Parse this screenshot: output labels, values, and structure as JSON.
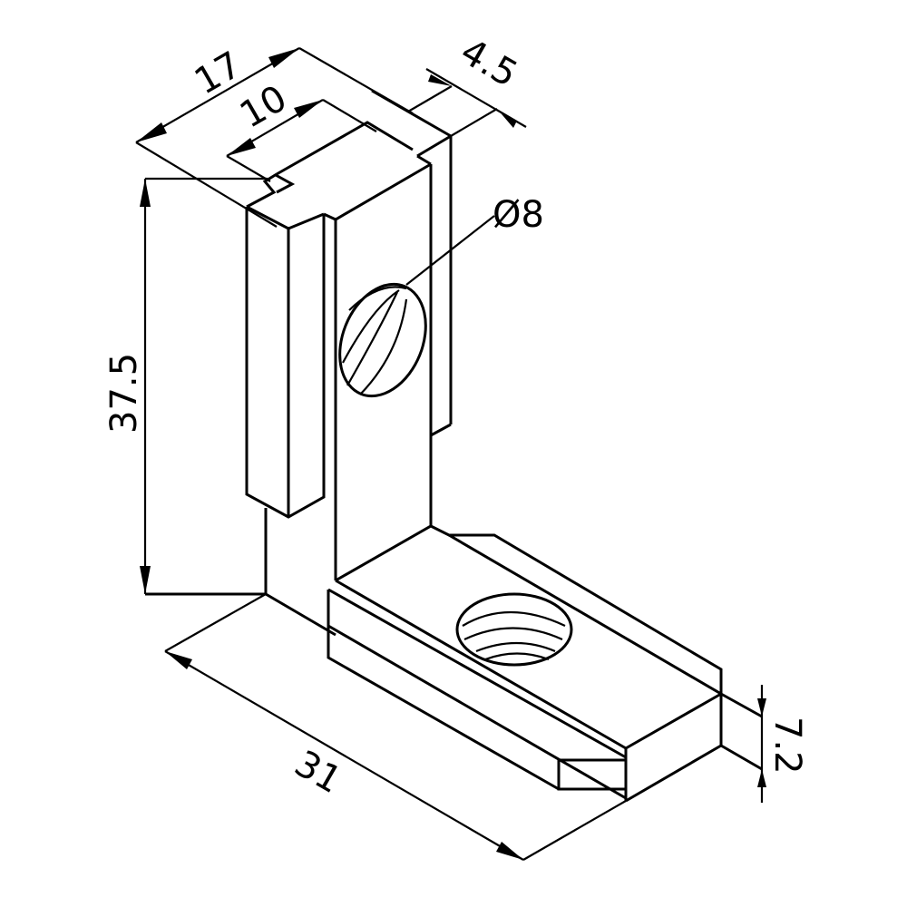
{
  "drawing": {
    "title": "Isometric view of L-shaped T-slot bracket",
    "line_color": "#000000",
    "background": "#ffffff"
  },
  "dimensions": {
    "width_overall": "17",
    "width_inner": "10",
    "thickness": "4.5",
    "hole_diameter": "Ø8",
    "height": "37.5",
    "length": "31",
    "base_height": "7.2"
  }
}
